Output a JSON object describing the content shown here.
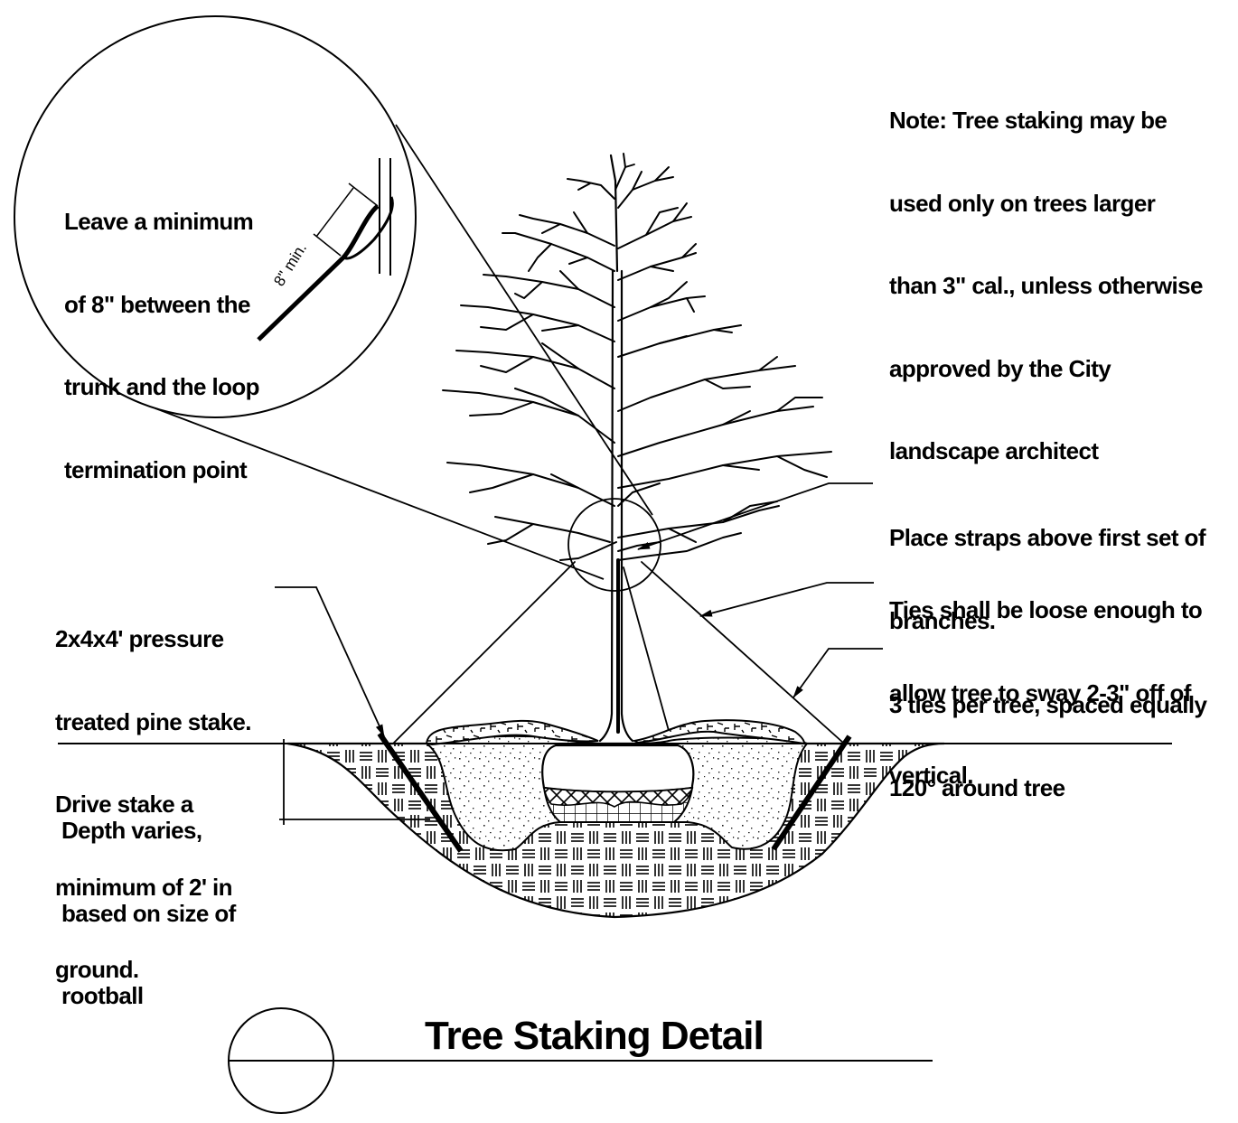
{
  "title": "Tree Staking Detail",
  "detail_callout": {
    "note_lines": [
      "Leave a minimum",
      "of 8\" between the",
      "trunk and the loop",
      "termination point"
    ],
    "dimension_label": "8\" min."
  },
  "general_note": {
    "lines": [
      "Note: Tree staking may be",
      "used only on trees larger",
      "than 3\" cal., unless otherwise",
      "approved by the City",
      "landscape architect"
    ]
  },
  "callouts": {
    "straps": {
      "lines": [
        "Place straps above first set of",
        "branches."
      ]
    },
    "ties_loose": {
      "lines": [
        "Ties shall be loose enough to",
        "allow tree to sway 2-3\" off of",
        "vertical."
      ]
    },
    "ties_count": {
      "lines": [
        "3 ties per tree, spaced equally",
        "120° around tree"
      ]
    },
    "stake": {
      "lines": [
        "2x4x4' pressure",
        "treated pine stake.",
        "Drive stake a",
        "minimum of 2' in",
        "ground."
      ]
    },
    "depth": {
      "lines": [
        "Depth varies,",
        "based on size of",
        "rootball"
      ]
    }
  },
  "colors": {
    "ink": "#000000",
    "paper": "#ffffff"
  }
}
